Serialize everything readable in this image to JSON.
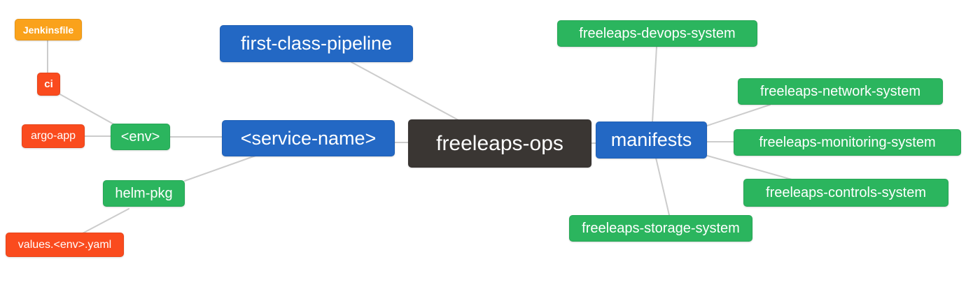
{
  "diagram": {
    "type": "mindmap",
    "title": "freeleaps-ops repository structure mind map"
  },
  "palette": {
    "dark": "#3a3633",
    "blue": "#2368c4",
    "green": "#2bb55e",
    "red": "#fa4b1e",
    "amber": "#faa21b",
    "edge": "#cccccc",
    "text": "#ffffff",
    "background": "#ffffff"
  },
  "nodes": [
    {
      "id": "freeleaps-ops",
      "label": "freeleaps-ops",
      "level": 0,
      "parent": null
    },
    {
      "id": "first-class-pipeline",
      "label": "first-class-pipeline",
      "level": 1,
      "parent": "freeleaps-ops"
    },
    {
      "id": "service-name",
      "label": "<service-name>",
      "level": 1,
      "parent": "freeleaps-ops"
    },
    {
      "id": "manifests",
      "label": "manifests",
      "level": 1,
      "parent": "freeleaps-ops"
    },
    {
      "id": "env",
      "label": "<env>",
      "level": 2,
      "parent": "service-name"
    },
    {
      "id": "helm-pkg",
      "label": "helm-pkg",
      "level": 2,
      "parent": "service-name"
    },
    {
      "id": "devops-system",
      "label": "freeleaps-devops-system",
      "level": 2,
      "parent": "manifests"
    },
    {
      "id": "network-system",
      "label": "freeleaps-network-system",
      "level": 2,
      "parent": "manifests"
    },
    {
      "id": "monitoring-system",
      "label": "freeleaps-monitoring-system",
      "level": 2,
      "parent": "manifests"
    },
    {
      "id": "controls-system",
      "label": "freeleaps-controls-system",
      "level": 2,
      "parent": "manifests"
    },
    {
      "id": "storage-system",
      "label": "freeleaps-storage-system",
      "level": 2,
      "parent": "manifests"
    },
    {
      "id": "ci",
      "label": "ci",
      "level": 3,
      "parent": "env"
    },
    {
      "id": "argo-app",
      "label": "argo-app",
      "level": 3,
      "parent": "env"
    },
    {
      "id": "values-env-yaml",
      "label": "values.<env>.yaml",
      "level": 3,
      "parent": "helm-pkg"
    },
    {
      "id": "jenkinsfile",
      "label": "Jenkinsfile",
      "level": 4,
      "parent": "ci"
    }
  ]
}
